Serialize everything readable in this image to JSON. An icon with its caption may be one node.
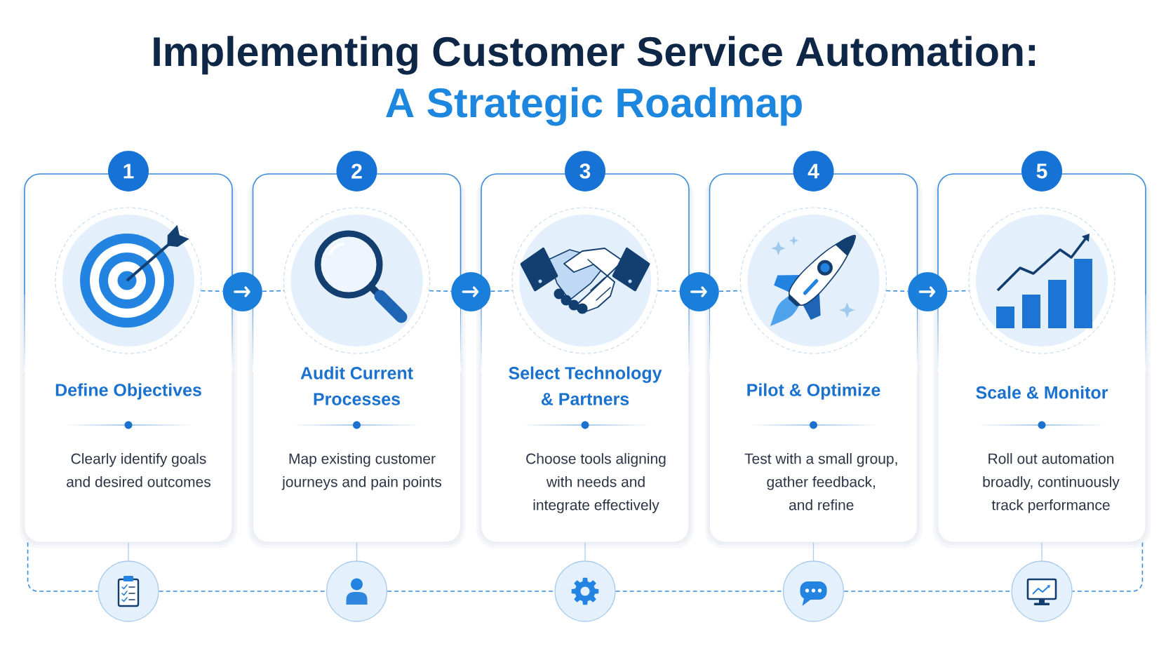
{
  "diagram": {
    "title": "Implementing Customer Service Automation:",
    "nodes": [
      {
        "text": [
          "1"
        ]
      },
      {
        "text": [
          "Define Objectives",
          "Clearly identify goals and desired outcomes"
        ]
      },
      {
        "text": [],
        "shape": "picture",
        "in": 1
      },
      {
        "text": [
          "2"
        ]
      },
      {
        "text": [
          "Audit Current Processes",
          "Map existing customer journeys and pain points"
        ]
      },
      {
        "text": [],
        "shape": "picture",
        "in": 4
      },
      {
        "text": [
          "3"
        ]
      },
      {
        "text": [
          "Select Technology & Partners",
          "Choose tools aligning with needs and integrate effectively"
        ]
      },
      {
        "text": [],
        "shape": "picture",
        "in": 7
      },
      {
        "text": [
          "4"
        ]
      },
      {
        "text": [
          "Pilot & Optimize",
          "Test with a small group, gather feedback, and refine"
        ]
      },
      {
        "text": [],
        "shape": "picture",
        "in": 10
      },
      {
        "text": [
          "5"
        ]
      },
      {
        "text": [
          "Scale & Monitor",
          "Roll out automation broadly, continuously track performance"
        ]
      },
      {
        "text": [],
        "shape": "picture",
        "in": 13
      },
      {
        "text": [],
        "shape": "circle"
      },
      {
        "text": [],
        "shape": "circle"
      },
      {
        "text": [],
        "shape": "circle"
      },
      {
        "text": [],
        "shape": "circle"
      },
      {
        "text": [],
        "shape": "circle"
      },
      {
        "text": [],
        "shape": "circle"
      },
      {
        "text": [],
        "shape": "circle"
      },
      {
        "text": [],
        "shape": "circle"
      },
      {
        "text": [],
        "shape": "circle"
      }
    ],
    "edges": [
      {
        "from": 2,
        "to": 15,
        "arrow": "none",
        "style": "dashed"
      },
      {
        "from": 15,
        "to": 5,
        "arrow": "none",
        "style": "dashed"
      },
      {
        "from": 5,
        "to": 16,
        "arrow": "none",
        "style": "dashed"
      },
      {
        "from": 16,
        "to": 8,
        "arrow": "none",
        "style": "dashed"
      },
      {
        "from": 8,
        "to": 17,
        "arrow": "none",
        "style": "dashed"
      },
      {
        "from": 17,
        "to": 11,
        "arrow": "none",
        "style": "dashed"
      },
      {
        "from": 11,
        "to": 18,
        "arrow": "none",
        "style": "dashed"
      },
      {
        "from": 18,
        "to": 14,
        "arrow": "none",
        "style": "dashed"
      },
      {
        "from": 1,
        "to": 19,
        "arrow": "none",
        "color": "#a9cdf0"
      },
      {
        "from": 4,
        "to": 20,
        "arrow": "none",
        "color": "#a9cdf0"
      },
      {
        "from": 7,
        "to": 21,
        "arrow": "none",
        "color": "#a9cdf0"
      },
      {
        "from": 10,
        "to": 22,
        "arrow": "none",
        "color": "#a9cdf0"
      },
      {
        "from": 13,
        "to": 23,
        "arrow": "none",
        "color": "#a9cdf0"
      },
      {
        "from": 1,
        "to": 19,
        "arrow": "none",
        "style": "dashed"
      },
      {
        "from": 19,
        "to": 20,
        "arrow": "none",
        "style": "dashed"
      },
      {
        "from": 20,
        "to": 21,
        "arrow": "none",
        "style": "dashed"
      },
      {
        "from": 21,
        "to": 22,
        "arrow": "none",
        "style": "dashed"
      },
      {
        "from": 22,
        "to": 23,
        "arrow": "none",
        "style": "dashed"
      },
      {
        "from": 13,
        "to": 23,
        "arrow": "none",
        "style": "dashed"
      }
    ],
    "labels": [
      "A Strategic Roadmap"
    ]
  }
}
